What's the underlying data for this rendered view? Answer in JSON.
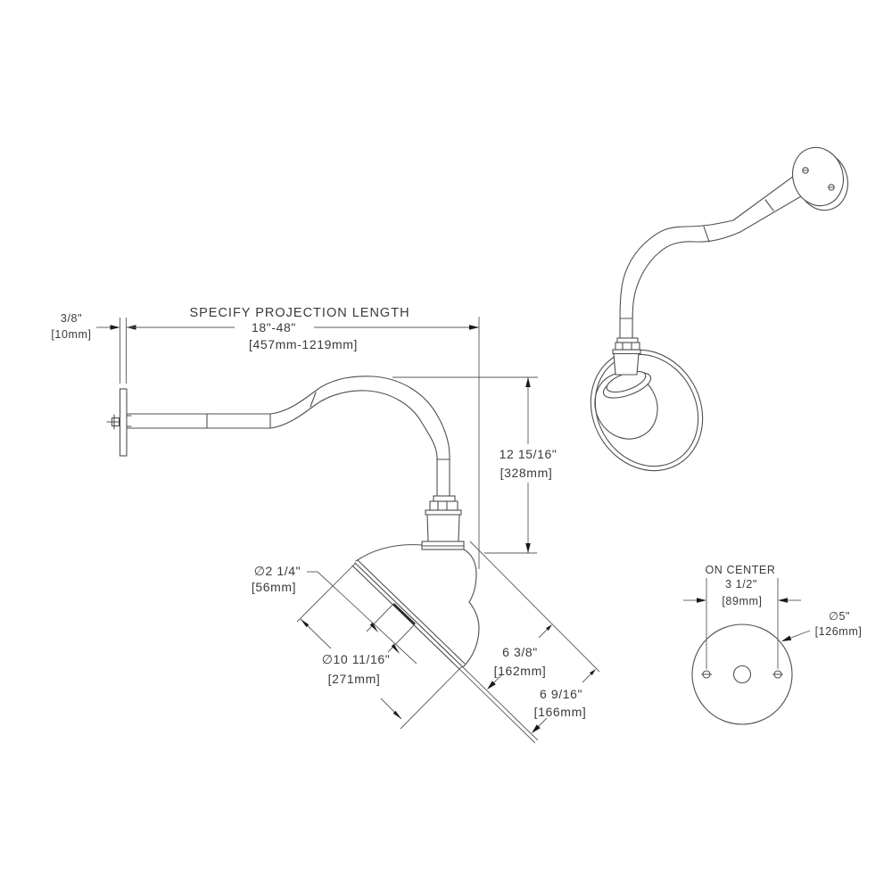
{
  "colors": {
    "background": "#ffffff",
    "line": "#4f4f4f",
    "text": "#3a3a3a"
  },
  "dimensions": {
    "plate_thickness": {
      "inches": "3/8\"",
      "metric": "[10mm]"
    },
    "projection_length": {
      "instruction": "SPECIFY PROJECTION LENGTH",
      "inches": "18\"-48\"",
      "metric": "[457mm-1219mm]"
    },
    "height_drop": {
      "inches": "12 15/16\"",
      "metric": "[328mm]"
    },
    "fitter_diameter": {
      "inches": "∅2 1/4\"",
      "metric": "[56mm]"
    },
    "shade_diameter": {
      "inches": "∅10 11/16\"",
      "metric": "[271mm]"
    },
    "shade_depth": {
      "inches": "6 3/8\"",
      "metric": "[162mm]"
    },
    "overall_depth": {
      "inches": "6 9/16\"",
      "metric": "[166mm]"
    },
    "mounting_on_center": {
      "label": "ON CENTER",
      "inches": "3 1/2\"",
      "metric": "[89mm]"
    },
    "backplate_diameter": {
      "inches": "∅5\"",
      "metric": "[126mm]"
    }
  }
}
